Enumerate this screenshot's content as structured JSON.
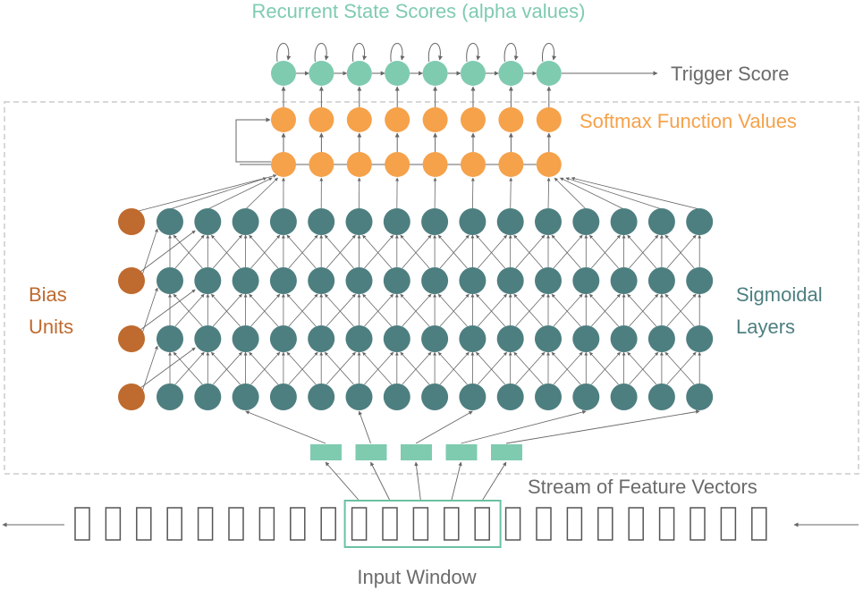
{
  "labels": {
    "recurrent": "Recurrent State Scores (alpha values)",
    "trigger": "Trigger Score",
    "softmax": "Softmax Function Values",
    "bias_line1": "Bias",
    "bias_line2": "Units",
    "sigmoid_line1": "Sigmoidal",
    "sigmoid_line2": "Layers",
    "stream": "Stream of Feature Vectors",
    "input_window": "Input Window"
  },
  "colors": {
    "recurrent": "#7fcbb0",
    "softmax": "#f5a24b",
    "bias": "#bf6a2e",
    "sigmoid": "#4e7f80",
    "feature": "#7fcbb0",
    "window": "#6bc1a1",
    "arrow": "#666666",
    "dashed": "#cccccc",
    "text_gray": "#6b6b6b"
  },
  "structure": {
    "recurrent_nodes": 8,
    "softmax_nodes_per_row": 8,
    "softmax_rows": 2,
    "sigmoid_layers": 4,
    "sigmoid_nodes_per_layer": 15,
    "bias_units": 4,
    "feature_vectors": 5,
    "stream_frames": 23,
    "window_frames": 5
  }
}
